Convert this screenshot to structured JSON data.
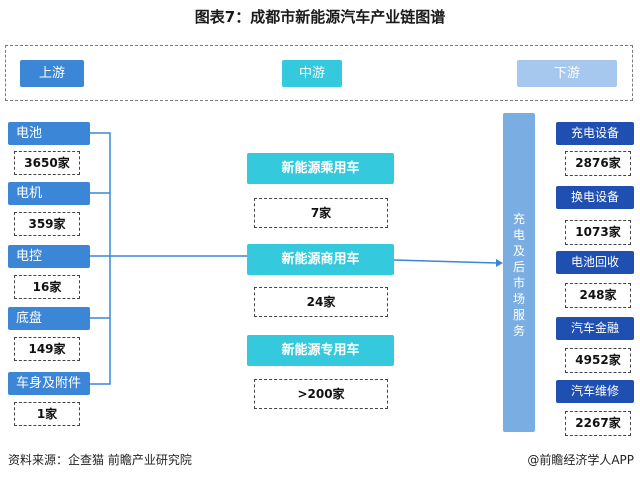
{
  "title": "图表7：成都市新能源汽车产业链图谱",
  "stages": {
    "upstream": "上游",
    "midstream": "中游",
    "downstream": "下游"
  },
  "upstream_items": [
    {
      "label": "电池",
      "count": "3650家"
    },
    {
      "label": "电机",
      "count": "359家"
    },
    {
      "label": "电控",
      "count": "16家"
    },
    {
      "label": "底盘",
      "count": "149家"
    },
    {
      "label": "车身及附件",
      "count": "1家"
    }
  ],
  "midstream_items": [
    {
      "label": "新能源乘用车",
      "count": "7家"
    },
    {
      "label": "新能源商用车",
      "count": "24家"
    },
    {
      "label": "新能源专用车",
      "count": ">200家"
    }
  ],
  "aftermarket": {
    "label": "充电及后市场服务"
  },
  "downstream_items": [
    {
      "label": "充电设备",
      "count": "2876家"
    },
    {
      "label": "换电设备",
      "count": "1073家"
    },
    {
      "label": "电池回收",
      "count": "248家"
    },
    {
      "label": "汽车金融",
      "count": "4952家"
    },
    {
      "label": "汽车维修",
      "count": "2267家"
    }
  ],
  "footer": {
    "source": "资料来源：企查猫 前瞻产业研究院",
    "brand": "@前瞻经济学人APP"
  },
  "colors": {
    "upstream": "#3b86d6",
    "midstream": "#34c9dc",
    "downstream_header": "#a6c8ee",
    "downstream_item": "#1f4fb0",
    "aftermarket": "#7aaee2",
    "connector": "#3b86d6"
  }
}
